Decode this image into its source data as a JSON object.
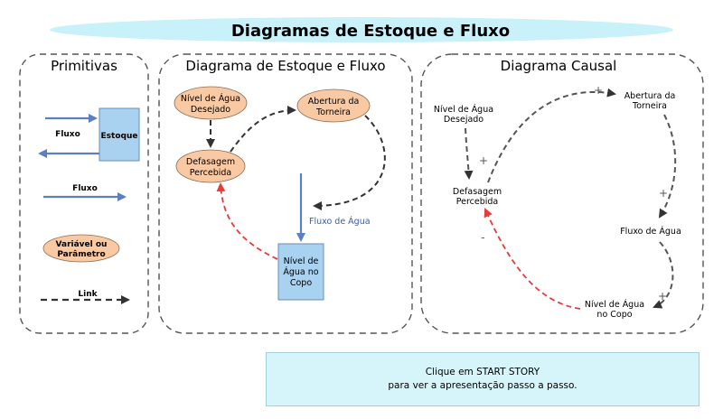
{
  "title": "Diagramas de Estoque e Fluxo",
  "panels": {
    "primitives": {
      "title": "Primitivas",
      "flow_in_label": "Fluxo",
      "stock_label": "Estoque",
      "flow_label": "Fluxo",
      "variable_label": [
        "Variável ou",
        "Parâmetro"
      ],
      "link_label": "Link"
    },
    "stock_flow": {
      "title": "Diagrama de Estoque e Fluxo",
      "desired_level": [
        "Nível de Água",
        "Desejado"
      ],
      "tap_opening": [
        "Abertura da",
        "Torneira"
      ],
      "gap": [
        "Defasagem",
        "Percebida"
      ],
      "water_flow": "Fluxo de Água",
      "glass_level": [
        "Nível de",
        "Água no",
        "Copo"
      ]
    },
    "causal": {
      "title": "Diagrama Causal",
      "desired_level": [
        "Nível de Água",
        "Desejado"
      ],
      "tap_opening": [
        "Abertura da",
        "Torneira"
      ],
      "gap": [
        "Defasagem",
        "Percebida"
      ],
      "water_flow": "Fluxo de Água",
      "glass_level": [
        "Nível de Água",
        "no Copo"
      ],
      "signs": {
        "desired_to_gap": "+",
        "gap_to_tap": "+",
        "tap_to_flow": "+",
        "flow_to_level": "+",
        "level_to_gap": "-"
      }
    }
  },
  "instructions": {
    "line1": "Clique em START STORY",
    "line2": "para ver a apresentação passo a passo."
  },
  "colors": {
    "banner": "#c9f1f9",
    "stock": "#a8d2f0",
    "variable": "#f9c9a3",
    "flow": "#5b7fc0",
    "link": "#444444",
    "negative_link": "#e83a3a",
    "panel_border": "#555555"
  }
}
